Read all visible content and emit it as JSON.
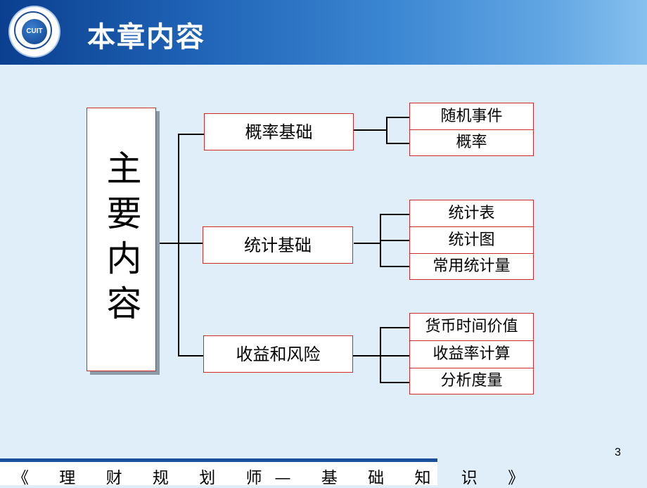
{
  "slide_title": "本章内容",
  "logo_text": "CUIT",
  "main_label": "主要内容",
  "sections": [
    {
      "label": "概率基础",
      "items": [
        "随机事件",
        "概率"
      ]
    },
    {
      "label": "统计基础",
      "items": [
        "统计表",
        "统计图",
        "常用统计量"
      ]
    },
    {
      "label": "收益和风险",
      "items": [
        "货币时间价值",
        "收益率计算",
        "分析度量"
      ]
    }
  ],
  "page_number": "3",
  "footer": "《 理 财 规 划 师— 基 础 知 识 》",
  "colors": {
    "box_border": "#d12a2a",
    "header_start": "#0b3f8f",
    "footer_rule": "#1a4f9c",
    "background": "#dfeef8"
  }
}
